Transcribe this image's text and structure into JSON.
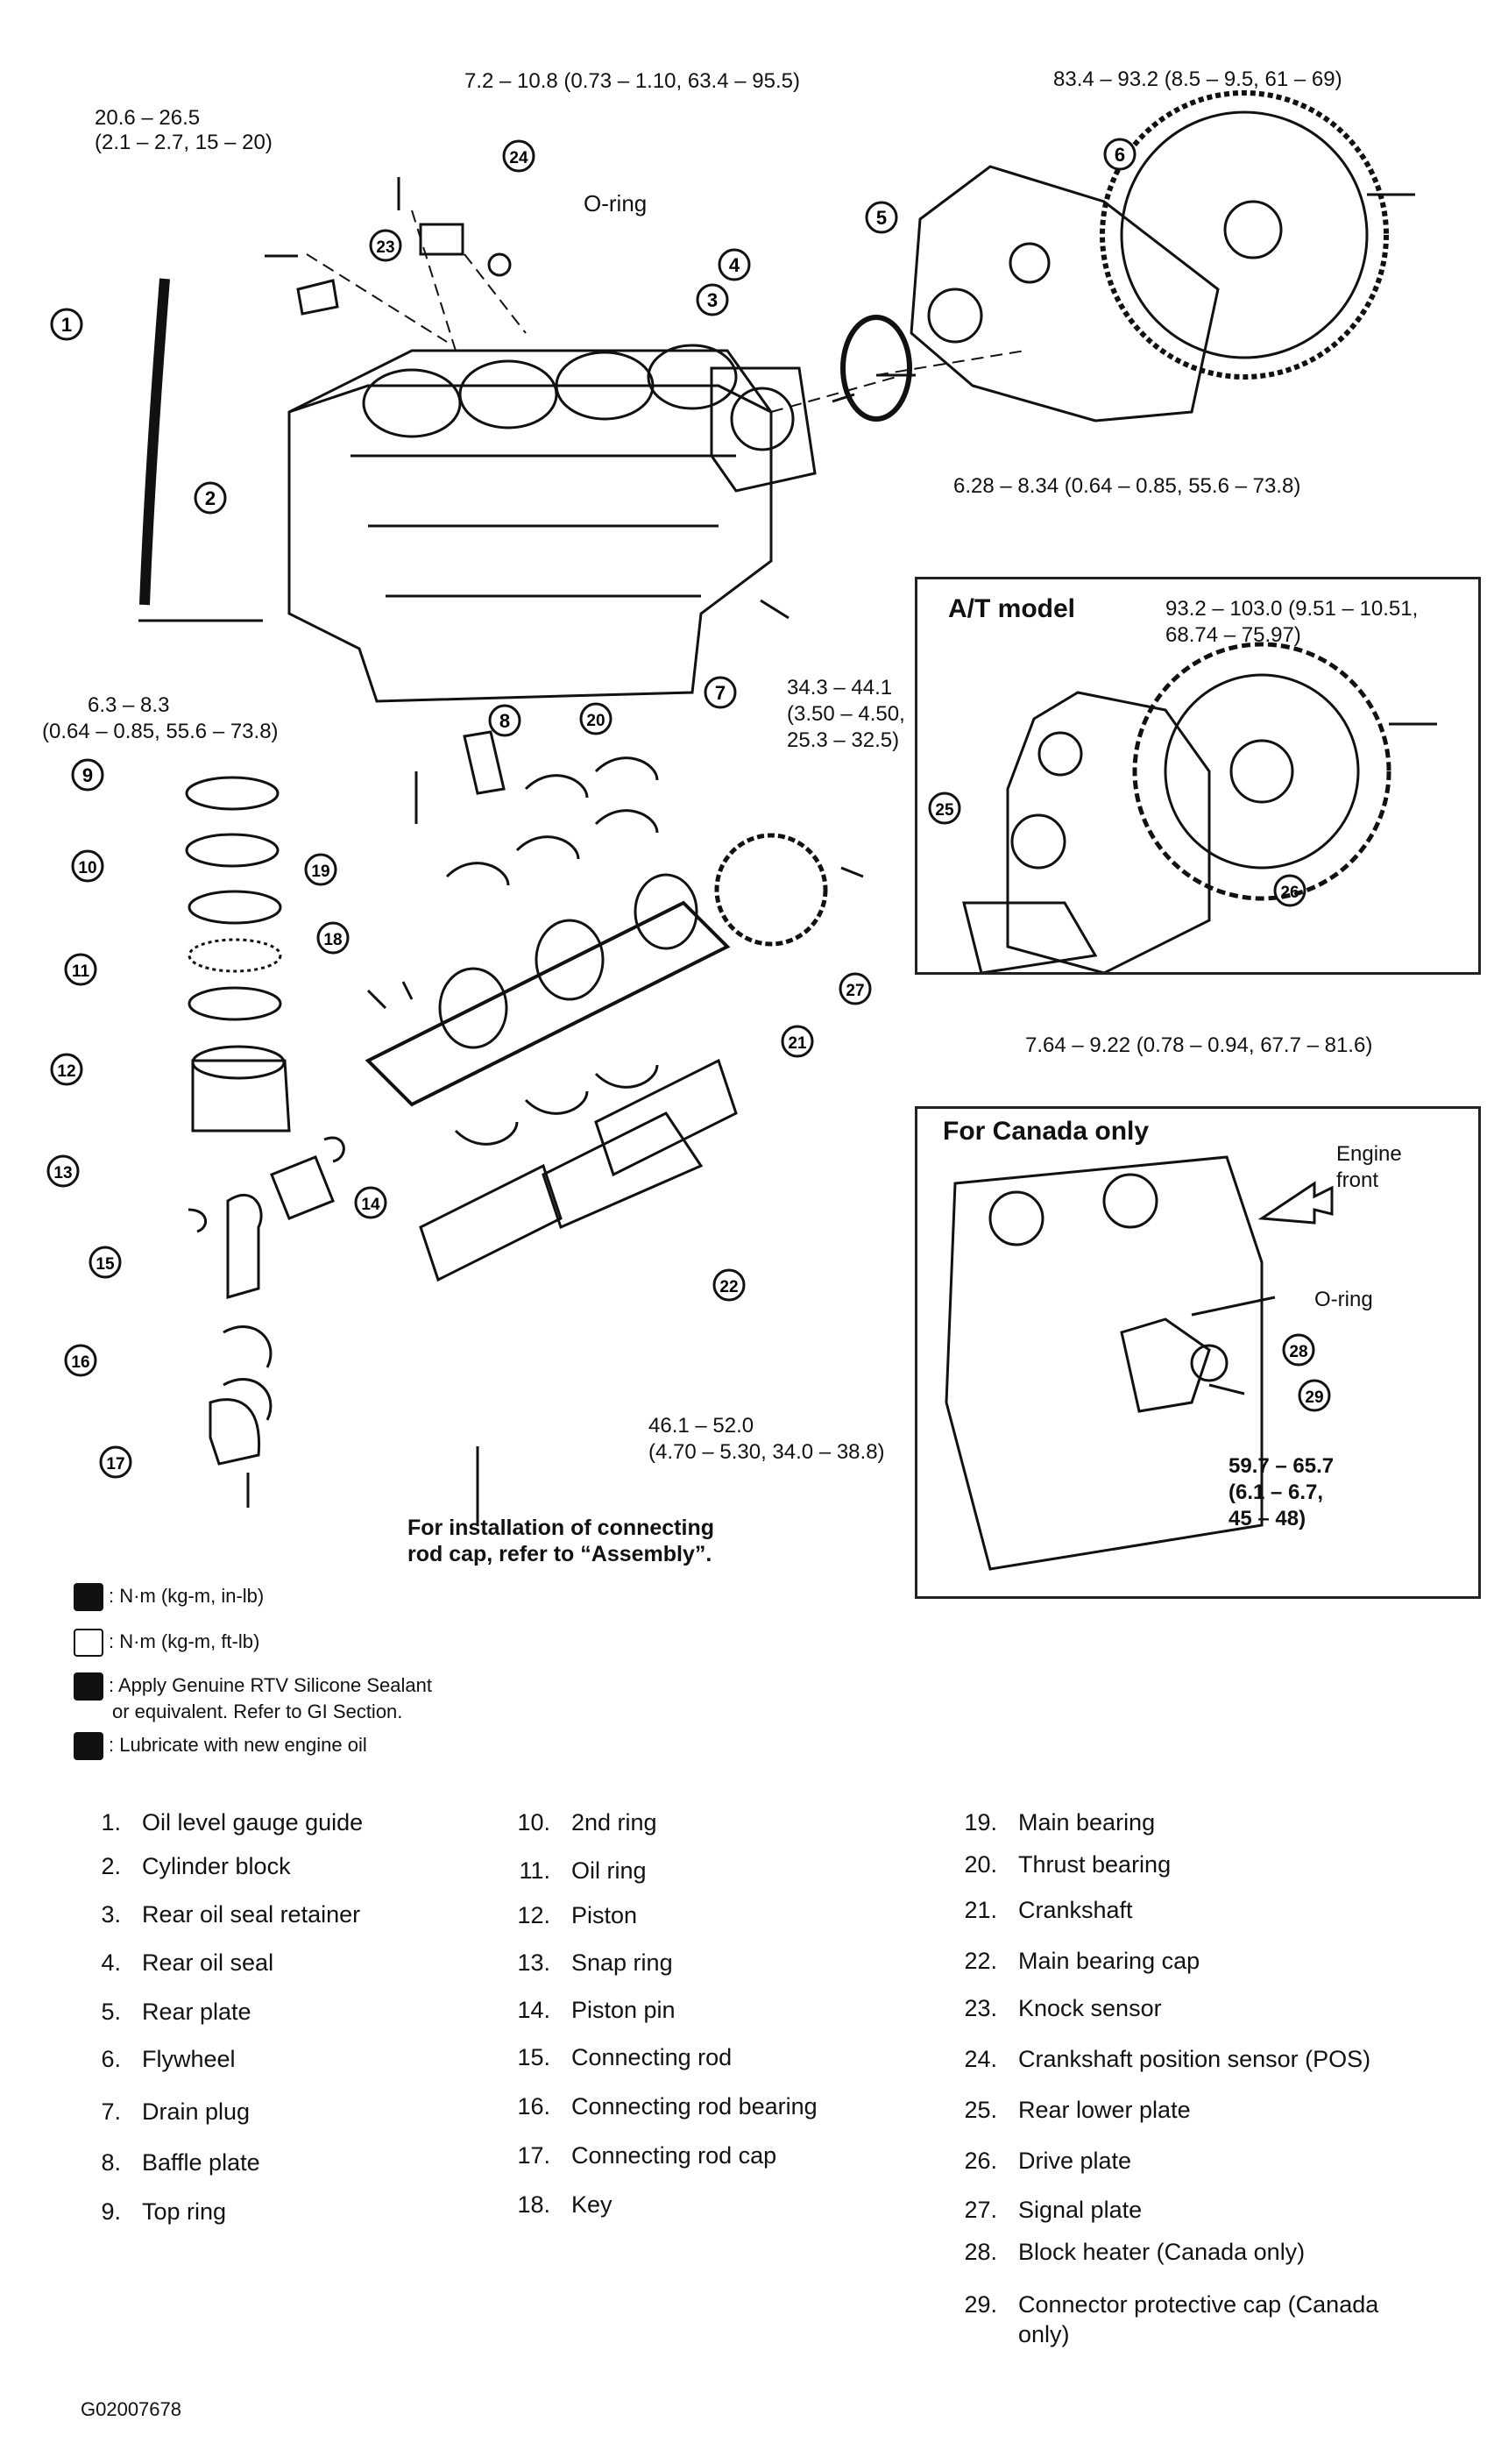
{
  "torque_labels": {
    "t1": "7.2 – 10.8 (0.73 – 1.10, 63.4 – 95.5)",
    "t2a": "20.6 – 26.5",
    "t2b": "(2.1 – 2.7, 15 – 20)",
    "t3": "83.4 – 93.2 (8.5 – 9.5, 61 – 69)",
    "t4": "6.28 – 8.34 (0.64 – 0.85, 55.6 – 73.8)",
    "t5a": "34.3 – 44.1",
    "t5b": "(3.50 – 4.50,",
    "t5c": "25.3 – 32.5)",
    "t6a": "6.3 – 8.3",
    "t6b": "(0.64 – 0.85, 55.6 – 73.8)",
    "t7": "7.64 – 9.22 (0.78 – 0.94, 67.7 – 81.6)",
    "t8a": "46.1 – 52.0",
    "t8b": "(4.70 – 5.30, 34.0 – 38.8)",
    "t9a": "For installation of connecting",
    "t9b": "rod cap, refer to “Assembly”.",
    "oring": "O-ring"
  },
  "at_box": {
    "title": "A/T model",
    "t_a": "93.2 – 103.0 (9.51 – 10.51,",
    "t_b": "68.74 – 75.97)"
  },
  "canada_box": {
    "title": "For Canada only",
    "front_a": "Engine",
    "front_b": "front",
    "oring": "O-ring",
    "t_a": "59.7 – 65.7",
    "t_b": "(6.1 – 6.7,",
    "t_c": "45 – 48)"
  },
  "callouts": [
    "1",
    "2",
    "3",
    "4",
    "5",
    "6",
    "7",
    "8",
    "9",
    "10",
    "11",
    "12",
    "13",
    "14",
    "15",
    "16",
    "17",
    "18",
    "19",
    "20",
    "21",
    "22",
    "23",
    "24",
    "25",
    "26",
    "27",
    "28",
    "29"
  ],
  "legend": [
    {
      "icon": "torque-in-lb-icon",
      "text": ": N·m (kg-m, in-lb)"
    },
    {
      "icon": "torque-ft-lb-icon",
      "text": ": N·m (kg-m, ft-lb)"
    },
    {
      "icon": "sealant-icon",
      "text_a": ": Apply Genuine RTV Silicone Sealant",
      "text_b": "or equivalent. Refer to GI Section."
    },
    {
      "icon": "oil-can-icon",
      "text": ": Lubricate with new engine oil"
    }
  ],
  "parts": [
    {
      "n": "1.",
      "name": "Oil level gauge guide"
    },
    {
      "n": "2.",
      "name": "Cylinder block"
    },
    {
      "n": "3.",
      "name": "Rear oil seal retainer"
    },
    {
      "n": "4.",
      "name": "Rear oil seal"
    },
    {
      "n": "5.",
      "name": "Rear plate"
    },
    {
      "n": "6.",
      "name": "Flywheel"
    },
    {
      "n": "7.",
      "name": "Drain plug"
    },
    {
      "n": "8.",
      "name": "Baffle plate"
    },
    {
      "n": "9.",
      "name": "Top ring"
    },
    {
      "n": "10.",
      "name": "2nd ring"
    },
    {
      "n": "11.",
      "name": "Oil ring"
    },
    {
      "n": "12.",
      "name": "Piston"
    },
    {
      "n": "13.",
      "name": "Snap ring"
    },
    {
      "n": "14.",
      "name": "Piston pin"
    },
    {
      "n": "15.",
      "name": "Connecting rod"
    },
    {
      "n": "16.",
      "name": "Connecting rod bearing"
    },
    {
      "n": "17.",
      "name": "Connecting rod cap"
    },
    {
      "n": "18.",
      "name": "Key"
    },
    {
      "n": "19.",
      "name": "Main bearing"
    },
    {
      "n": "20.",
      "name": "Thrust bearing"
    },
    {
      "n": "21.",
      "name": "Crankshaft"
    },
    {
      "n": "22.",
      "name": "Main bearing cap"
    },
    {
      "n": "23.",
      "name": "Knock sensor"
    },
    {
      "n": "24.",
      "name": "Crankshaft position sensor (POS)"
    },
    {
      "n": "25.",
      "name": "Rear lower plate"
    },
    {
      "n": "26.",
      "name": "Drive plate"
    },
    {
      "n": "27.",
      "name": "Signal plate"
    },
    {
      "n": "28.",
      "name": "Block heater (Canada only)"
    },
    {
      "n": "29.",
      "name": "Connector protective cap (Canada",
      "name_b": "only)"
    }
  ],
  "figure_code": "G02007678"
}
